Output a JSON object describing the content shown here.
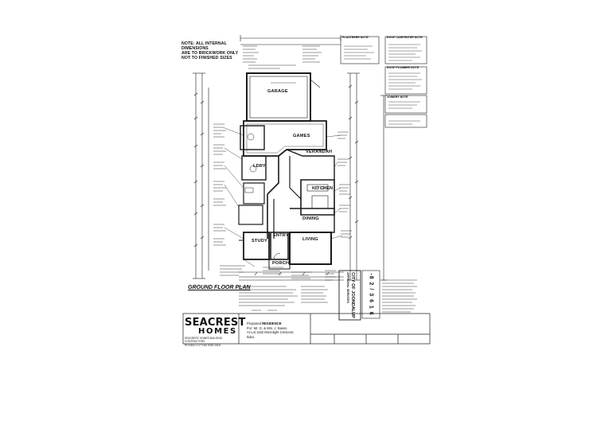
{
  "drawing": {
    "title": "GROUND FLOOR PLAN",
    "note_lines": [
      "NOTE: ALL INTERNAL DIMENSIONS",
      "ARE TO BRICKWORK ONLY",
      "NOT TO FINISHED SIZES"
    ],
    "notes_headers": [
      "PLASTERER NOTE",
      "ROOF CARPENTER NOTE",
      "ROOF PLUMBER NOTE",
      "JOINERY NOTE"
    ],
    "rooms": {
      "garage": "GARAGE",
      "games": "GAMES",
      "verandah": "VERANDAH",
      "laundry": "LDRY",
      "kitchen": "KITCHEN",
      "dining": "DINING",
      "study": "STUDY",
      "entry": "ENTRY",
      "living": "LIVING",
      "porch": "PORCH"
    },
    "stamp_authority": "CITY OF JOONDALUP",
    "stamp_text": "APPROVAL SERVICES",
    "stamp_number": "-8 2 / 3 6 1 6"
  },
  "company": {
    "name_line1": "SEACREST",
    "name_line2": "HOMES",
    "address": "SEACREST HOMES BUILDING CONTRACTORS",
    "phone": "PH 9300 1717  FAX 9300 1918"
  },
  "title_block": {
    "label": "Proposed",
    "project": "RESIDENCE",
    "owners": "For: Mr. G. & Mrs. J. Basso",
    "lot": "At Lot 1162 Moonlight Crescent,",
    "suburb": "Iluka."
  },
  "colors": {
    "ink": "#1a1a1a",
    "paper": "#ffffff"
  }
}
